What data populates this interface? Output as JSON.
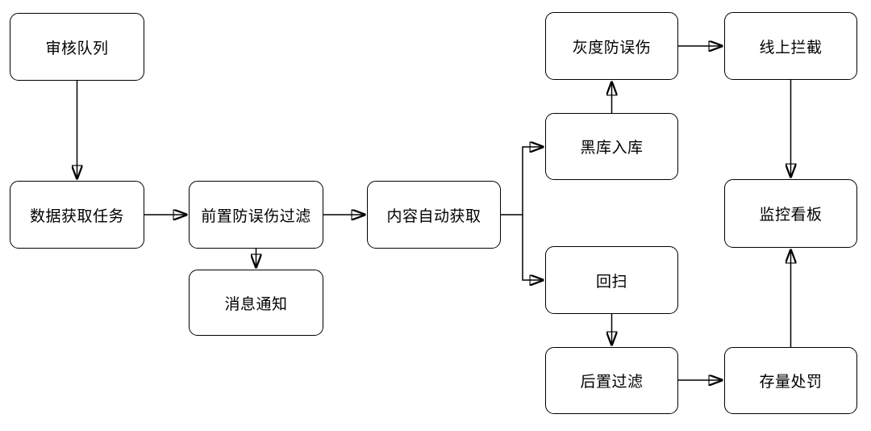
{
  "diagram": {
    "type": "flowchart",
    "background_color": "#ffffff",
    "node_fill_color": "#ffffff",
    "stroke_color": "#000000",
    "text_color": "#000000",
    "nodes": [
      {
        "id": "review-queue",
        "label": "审核队列"
      },
      {
        "id": "data-fetch-task",
        "label": "数据获取任务"
      },
      {
        "id": "pre-false-positive-filter",
        "label": "前置防误伤过滤"
      },
      {
        "id": "message-notification",
        "label": "消息通知"
      },
      {
        "id": "content-auto-fetch",
        "label": "内容自动获取"
      },
      {
        "id": "blacklist-ingest",
        "label": "黑库入库"
      },
      {
        "id": "gray-false-positive-guard",
        "label": "灰度防误伤"
      },
      {
        "id": "online-interception",
        "label": "线上拦截"
      },
      {
        "id": "rescan",
        "label": "回扫"
      },
      {
        "id": "post-filter",
        "label": "后置过滤"
      },
      {
        "id": "stock-penalty",
        "label": "存量处罚"
      },
      {
        "id": "monitoring-dashboard",
        "label": "监控看板"
      }
    ],
    "edges": [
      {
        "from": "审核队列",
        "to": "数据获取任务"
      },
      {
        "from": "数据获取任务",
        "to": "前置防误伤过滤"
      },
      {
        "from": "前置防误伤过滤",
        "to": "消息通知"
      },
      {
        "from": "前置防误伤过滤",
        "to": "内容自动获取"
      },
      {
        "from": "内容自动获取",
        "to": "黑库入库"
      },
      {
        "from": "内容自动获取",
        "to": "回扫"
      },
      {
        "from": "黑库入库",
        "to": "灰度防误伤"
      },
      {
        "from": "灰度防误伤",
        "to": "线上拦截"
      },
      {
        "from": "线上拦截",
        "to": "监控看板"
      },
      {
        "from": "回扫",
        "to": "后置过滤"
      },
      {
        "from": "后置过滤",
        "to": "存量处罚"
      },
      {
        "from": "存量处罚",
        "to": "监控看板"
      }
    ]
  }
}
